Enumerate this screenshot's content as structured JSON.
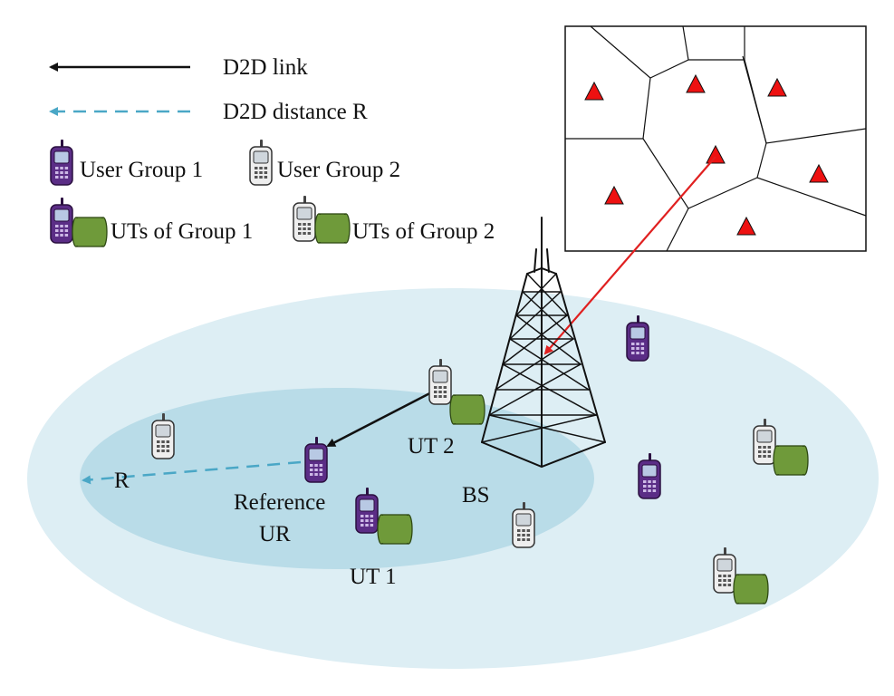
{
  "legend": {
    "d2d_link": "D2D  link",
    "d2d_distance": "D2D distance R",
    "user_group_1": "User Group 1",
    "user_group_2": "User Group 2",
    "uts_group_1": "UTs of Group 1",
    "uts_group_2": "UTs of Group 2"
  },
  "labels": {
    "radius": "R",
    "reference_line1": "Reference",
    "reference_line2": "UR",
    "ut1": "UT 1",
    "ut2": "UT 2",
    "bs": "BS"
  },
  "colors": {
    "outer_cell": "#ddeef4",
    "inner_cell": "#b9dce8",
    "group1_phone": "#5b2d86",
    "group2_phone": "#e4e4e4",
    "ut_storage": "#6f9a3a",
    "d2d_link": "#111111",
    "d2d_distance": "#4aa7c6",
    "voronoi_arrow": "#e02020",
    "bs_marker": "#ee1111"
  },
  "icons": {
    "phone": "cell-phone-icon",
    "storage": "storage-cylinder-icon",
    "tower": "base-station-tower-icon",
    "bs_marker": "triangle-marker-icon"
  }
}
